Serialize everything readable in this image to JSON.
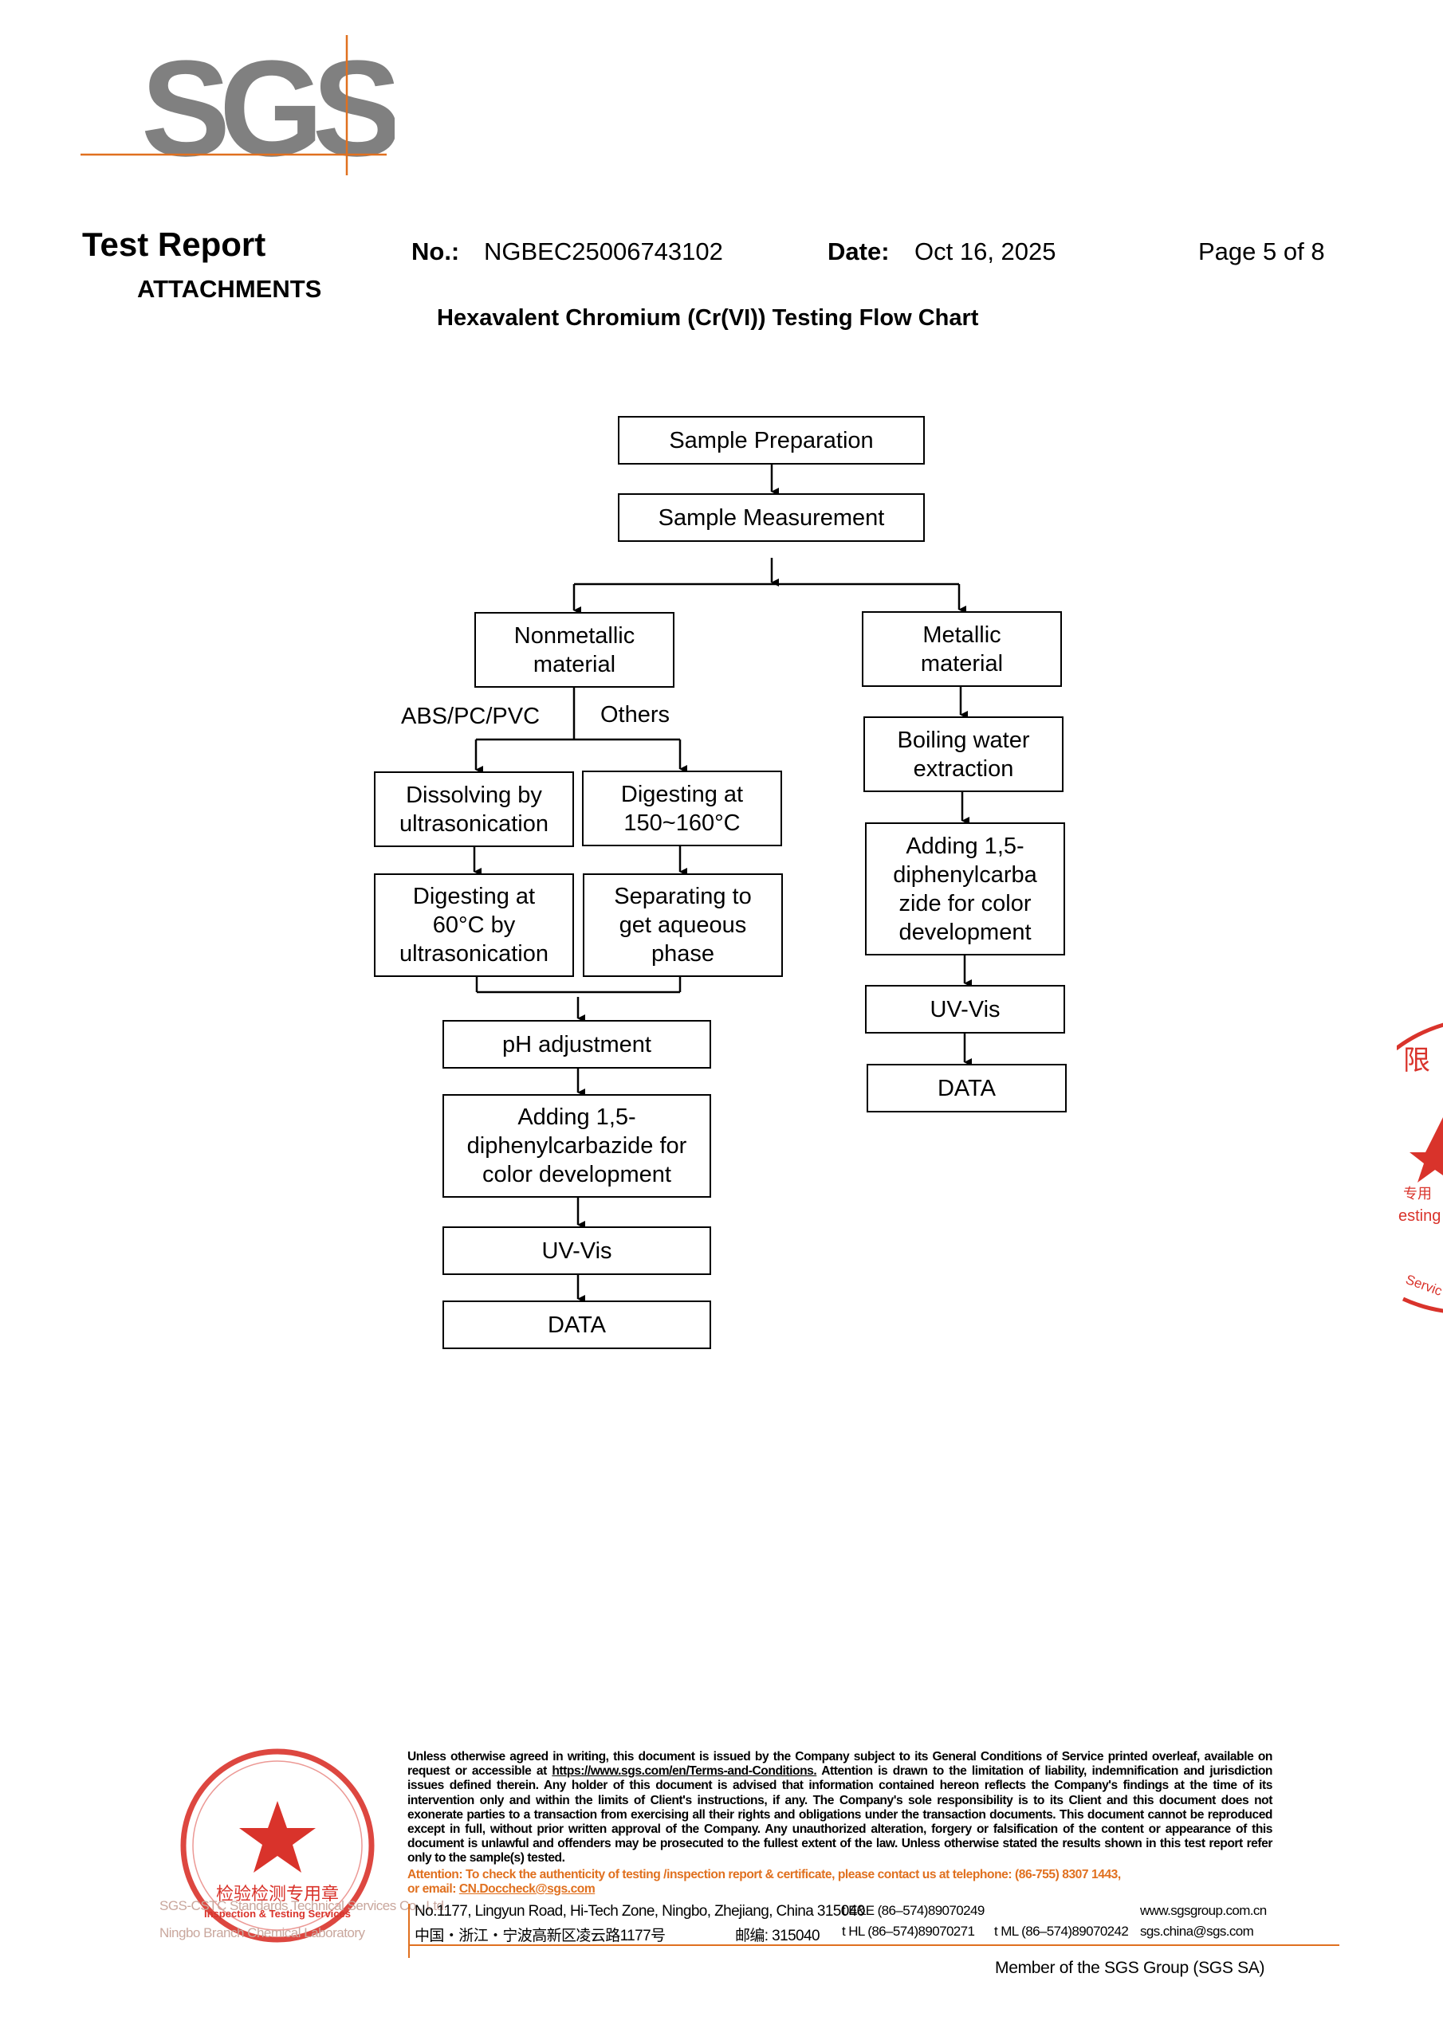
{
  "header": {
    "logo_text": "SGS",
    "title": "Test Report",
    "section": "ATTACHMENTS",
    "no_label": "No.:",
    "no_value": "NGBEC25006743102",
    "date_label": "Date:",
    "date_value": "Oct 16, 2025",
    "page": "Page 5 of 8"
  },
  "flowchart": {
    "title": "Hexavalent Chromium (Cr(VI)) Testing Flow Chart",
    "top": [
      "Sample Preparation",
      "Sample Measurement"
    ],
    "nonmetallic": "Nonmetallic\nmaterial",
    "metallic": "Metallic\nmaterial",
    "branch_left_label": "ABS/PC/PVC",
    "branch_right_label": "Others",
    "left_col": [
      "Dissolving by\nultrasonication",
      "Digesting at\n60°C by\nultrasonication"
    ],
    "right_col": [
      "Digesting at\n150~160°C",
      "Separating to\nget aqueous\nphase"
    ],
    "nonmetal_tail": [
      "pH adjustment",
      "Adding 1,5-\ndiphenylcarbazide for\ncolor development",
      "UV-Vis",
      "DATA"
    ],
    "metal_chain": [
      "Boiling water\nextraction",
      "Adding 1,5-\ndiphenylcarba\nzide for color\ndevelopment",
      "UV-Vis",
      "DATA"
    ]
  },
  "footer": {
    "disclaimer_a": "Unless otherwise agreed in writing, this document is issued by the Company subject to its General Conditions of Service printed overleaf, available on request or accessible at ",
    "disclaimer_link": "https://www.sgs.com/en/Terms-and-Conditions.",
    "disclaimer_b": " Attention is drawn to the limitation of liability, indemnification and jurisdiction issues defined therein. Any holder of this document is advised that information contained hereon reflects the Company's findings at the time of its intervention only and within the limits of Client's instructions, if any. The Company's sole responsibility is to its Client and this document does not exonerate parties to a transaction from exercising all their rights and obligations under the transaction documents. This document cannot be reproduced except in full, without prior written approval of the Company. Any unauthorized alteration, forgery or falsification of the content or appearance of this document is unlawful and offenders may be prosecuted to the fullest extent of the law. Unless otherwise stated the results shown in this test report refer only to the sample(s) tested.",
    "attention": "Attention: To check the authenticity of testing /inspection report & certificate, please contact us at telephone: (86-755) 8307 1443,",
    "attention_email_prefix": "or email: ",
    "attention_email": "CN.Doccheck@sgs.com",
    "address_en": "No.1177, Lingyun Road, Hi-Tech Zone, Ningbo, Zhejiang, China 315040",
    "phone_ee": "t E&E (86–574)89070249",
    "website": "www.sgsgroup.com.cn",
    "address_cn": "中国・浙江・宁波高新区凌云路1177号",
    "postcode_cn": "邮编: 315040",
    "phone_hl": "t HL  (86–574)89070271",
    "phone_ml": "t ML  (86–574)89070242",
    "email": "sgs.china@sgs.com",
    "member": "Member of the SGS Group (SGS SA)",
    "company_line1": "SGS-CSTC Standards Technical Services Co., Ltd.",
    "company_line2": "Ningbo Branch Chemical Laboratory",
    "seal_text": "检验检测专用章",
    "seal_en": "Inspection & Testing Services"
  },
  "colors": {
    "logo_gray": "#808080",
    "accent_orange": "#e0701f",
    "seal_red": "#d9332b"
  }
}
